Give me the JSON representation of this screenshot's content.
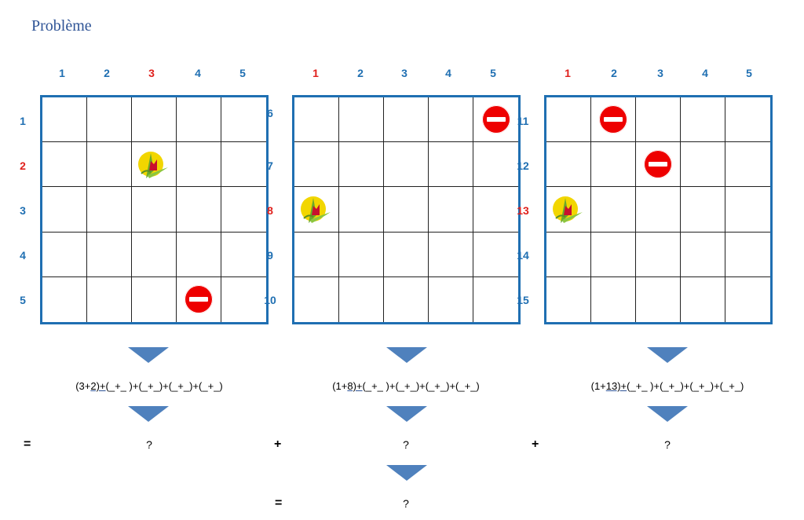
{
  "title": "Problème",
  "grids": [
    {
      "columns": [
        "1",
        "2",
        "3",
        "4",
        "5"
      ],
      "highlight_col": 2,
      "rows": [
        "1",
        "2",
        "3",
        "4",
        "5"
      ],
      "highlight_row": 1,
      "flower": {
        "row": 1,
        "col": 2
      },
      "stops": [
        {
          "row": 4,
          "col": 3
        }
      ],
      "formula_pre": "(3+",
      "formula_u": "2)+",
      "formula_post": "(_+_ )+(_+_)+(_+_)+(_+_)",
      "result": "?"
    },
    {
      "columns": [
        "1",
        "2",
        "3",
        "4",
        "5"
      ],
      "highlight_col": 0,
      "rows": [
        "6",
        "7",
        "8",
        "9",
        "10"
      ],
      "highlight_row": 2,
      "flower": {
        "row": 2,
        "col": 0
      },
      "stops": [
        {
          "row": 0,
          "col": 4
        }
      ],
      "formula_pre": "(1+",
      "formula_u": "8)+",
      "formula_post": "(_+_ )+(_+_)+(_+_)+(_+_)",
      "result": "?"
    },
    {
      "columns": [
        "1",
        "2",
        "3",
        "4",
        "5"
      ],
      "highlight_col": 0,
      "rows": [
        "11",
        "12",
        "13",
        "14",
        "15"
      ],
      "highlight_row": 2,
      "flower": {
        "row": 2,
        "col": 0
      },
      "stops": [
        {
          "row": 0,
          "col": 1
        },
        {
          "row": 1,
          "col": 2
        }
      ],
      "formula_pre": "(1+",
      "formula_u": "13)+",
      "formula_post": "(_+_ )+(_+_)+(_+_)+(_+_)",
      "result": "?"
    }
  ],
  "operators": {
    "eq1": "=",
    "plus1": "+",
    "plus2": "+",
    "eq2": "="
  },
  "final_result": "?"
}
